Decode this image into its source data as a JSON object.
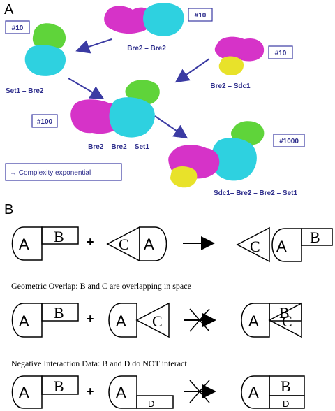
{
  "panel_a": {
    "label": "A",
    "complexes": {
      "bre2_bre2": "Bre2 – Bre2",
      "set1_bre2": "Set1 – Bre2",
      "bre2_sdc1": "Bre2 – Sdc1",
      "bre2_bre2_set1": "Bre2 – Bre2 – Set1",
      "sdc1_bre2_bre2_set1": "Sdc1– Bre2 – Bre2 – Set1"
    },
    "counts": {
      "top": "#10",
      "left": "#10",
      "right": "#10",
      "middle": "#100",
      "final": "#1000"
    },
    "legend": "→ Complexity exponential",
    "colors": {
      "magenta": "#d633c8",
      "cyan": "#2ed1e0",
      "green": "#5fd43a",
      "yellow": "#e8e22a",
      "arrow": "#3b3ba3",
      "label": "#2e2e8c"
    }
  },
  "panel_b": {
    "label": "B",
    "row1": {
      "a": "A",
      "b": "B",
      "c": "C",
      "a2": "A",
      "plus": "+",
      "result_c": "C",
      "result_a": "A",
      "result_b": "B"
    },
    "caption2": "Geometric Overlap: B and C are overlapping in space",
    "row2": {
      "a": "A",
      "b": "B",
      "a2": "A",
      "c": "C",
      "plus": "+",
      "result_a": "A",
      "result_b": "B",
      "result_c": "C"
    },
    "caption3": "Negative Interaction Data: B and D do NOT interact",
    "row3": {
      "a": "A",
      "b": "B",
      "a2": "A",
      "d": "D",
      "plus": "+",
      "result_a": "A",
      "result_b": "B",
      "result_d": "D"
    }
  }
}
